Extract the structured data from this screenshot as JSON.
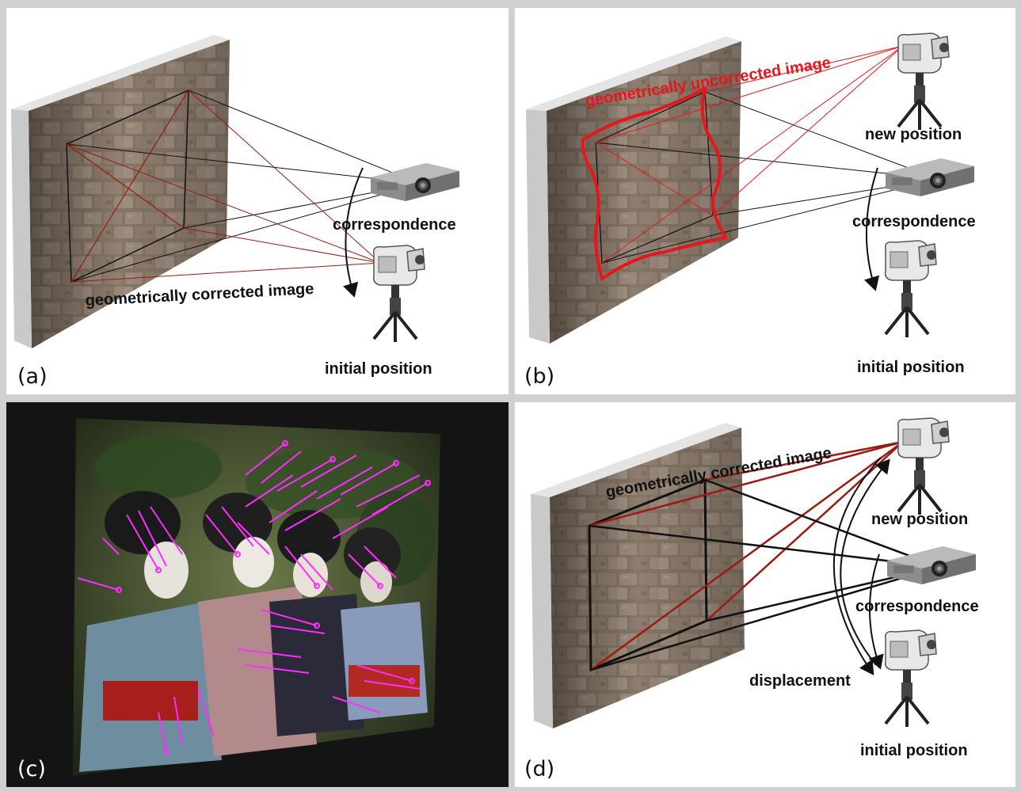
{
  "panels": {
    "a": {
      "letter": "(a)",
      "labels": {
        "correspondence": "correspondence",
        "corrected": "geometrically corrected image",
        "initial": "initial position"
      }
    },
    "b": {
      "letter": "(b)",
      "labels": {
        "uncorrected": "geometrically uncorrected image",
        "new_position": "new  position",
        "correspondence": "correspondence",
        "initial": "initial position"
      }
    },
    "c": {
      "letter": "(c)"
    },
    "d": {
      "letter": "(d)",
      "labels": {
        "corrected": "geometrically corrected image",
        "new_position": "new position",
        "correspondence": "correspondence",
        "displacement": "displacement",
        "initial": "initial position"
      }
    }
  },
  "colors": {
    "frame": "#d0d0d0",
    "panel_bg": "#ffffff",
    "wall_stone": "#8c7c6c",
    "wall_side": "#c9c9c9",
    "wall_top": "#e4e4e4",
    "ray_red": "#9b1b10",
    "ray_black": "#111111",
    "uncorrected_red": "#e8151b",
    "match_magenta": "#ff2cff",
    "photo_bg": "#141414"
  },
  "icons": [
    "projector-icon",
    "camcorder-on-tripod-icon",
    "curved-arrow-icon"
  ]
}
